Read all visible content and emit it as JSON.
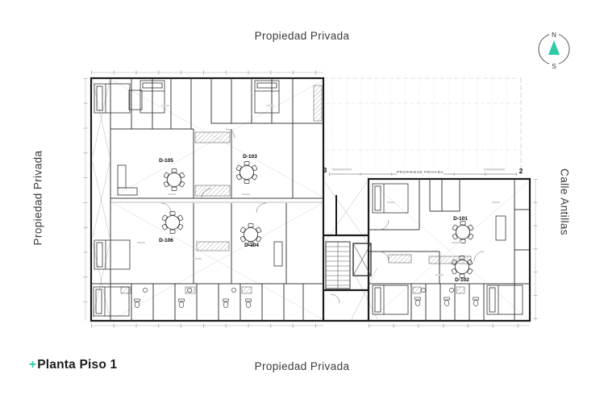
{
  "colors": {
    "accent": "#2fc9a6",
    "ink": "#3a3a3a",
    "line": "#1b1b1b"
  },
  "border_labels": {
    "top": "Propiedad Privada",
    "bottom": "Propiedad Privada",
    "left": "Propiedad Privada",
    "right": "Calle Antillas"
  },
  "title": {
    "prefix": "+",
    "text": "Planta Piso 1"
  },
  "compass": {
    "north": "N",
    "south": "S"
  },
  "plan": {
    "boundary_label": "PROPIEDAD PRIVADA",
    "grid_markers": {
      "left": "3",
      "right": "2"
    },
    "units": [
      {
        "label": "D-101"
      },
      {
        "label": "D-102"
      },
      {
        "label": "D-103"
      },
      {
        "label": "D-104"
      },
      {
        "label": "D-105"
      },
      {
        "label": "D-106"
      }
    ]
  }
}
